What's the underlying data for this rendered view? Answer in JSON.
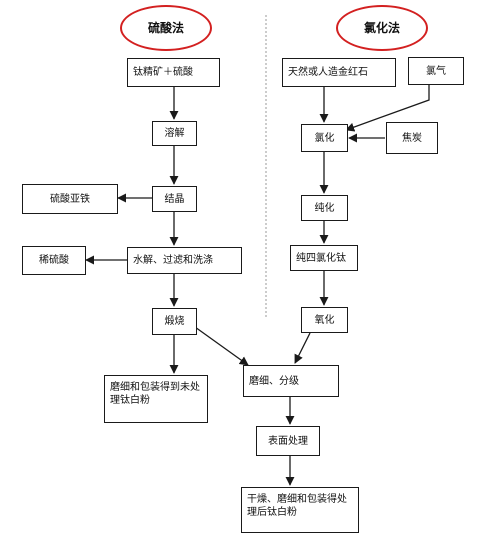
{
  "sulfate": {
    "title": "硫酸法",
    "raw_materials": "钛精矿＋硫酸",
    "dissolve": "溶解",
    "crystallize": "结晶",
    "ferrous_sulfate": "硫酸亚铁",
    "dilute_acid": "稀硫酸",
    "hydrolysis": "水解、过滤和洗涤",
    "calcine": "煅烧",
    "untreated_product": "磨细和包装得到未处理钛白粉"
  },
  "chloride": {
    "title": "氯化法",
    "raw_materials": "天然或人造金红石",
    "chlorine": "氯气",
    "chlorinate": "氯化",
    "coke": "焦炭",
    "purify": "纯化",
    "ticl4": "纯四氯化钛",
    "oxidize": "氧化"
  },
  "shared": {
    "grind_classify": "磨细、分级",
    "surface_treat": "表面处理",
    "treated_product": "干燥、磨细和包装得处理后钛白粉"
  },
  "colors": {
    "line": "#1a1a1a",
    "divider": "#9a9a9a",
    "highlight": "#d32020"
  }
}
